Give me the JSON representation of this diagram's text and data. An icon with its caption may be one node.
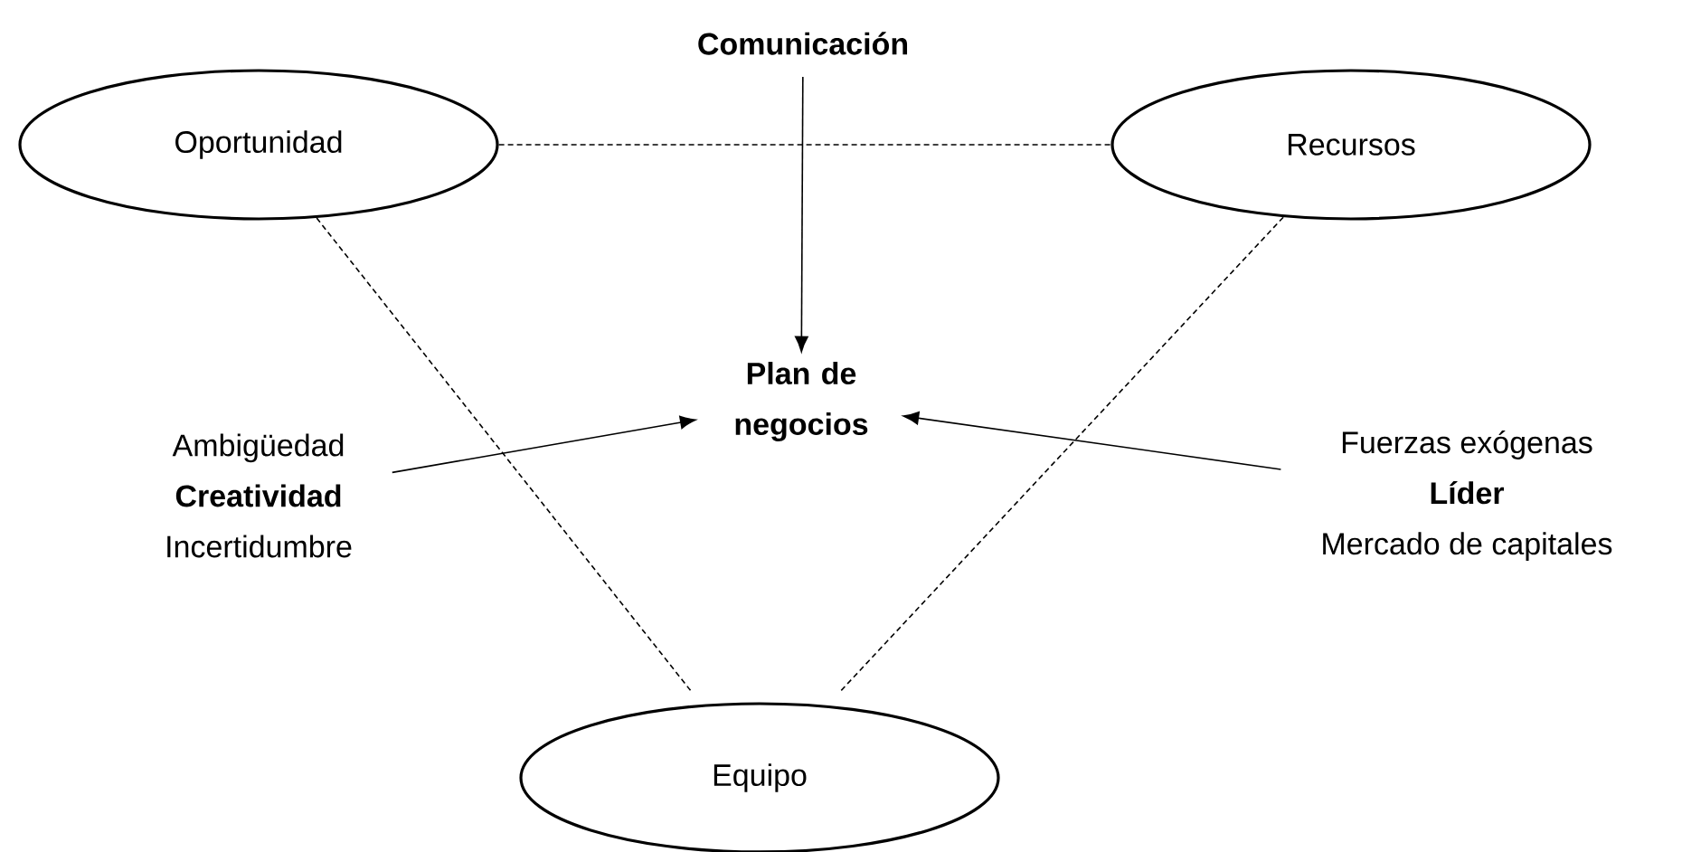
{
  "diagram": {
    "nodes": [
      {
        "text": [
          "Comunicación"
        ]
      },
      {
        "text": [
          "Oportunidad"
        ]
      },
      {
        "text": [
          "Recursos"
        ]
      },
      {
        "text": [
          "Plan de negocios"
        ]
      },
      {
        "text": [
          "Ambigüedad",
          "Creatividad",
          "Incertidumbre"
        ]
      },
      {
        "text": [
          "Fuerzas exógenas",
          "Líder",
          "Mercado de capitales"
        ]
      },
      {
        "text": [
          "Equipo"
        ]
      }
    ],
    "edges": [
      {
        "from": 0,
        "to": 3,
        "arrow": "to"
      },
      {
        "from": 1,
        "to": 2,
        "arrow": "none",
        "style": "dashed"
      },
      {
        "from": 1,
        "to": 6,
        "arrow": "none",
        "style": "dashed"
      },
      {
        "from": 2,
        "to": 6,
        "arrow": "none",
        "style": "dashed"
      },
      {
        "from": 4,
        "to": 3,
        "arrow": "to"
      },
      {
        "from": 5,
        "to": 3,
        "arrow": "to"
      }
    ]
  }
}
